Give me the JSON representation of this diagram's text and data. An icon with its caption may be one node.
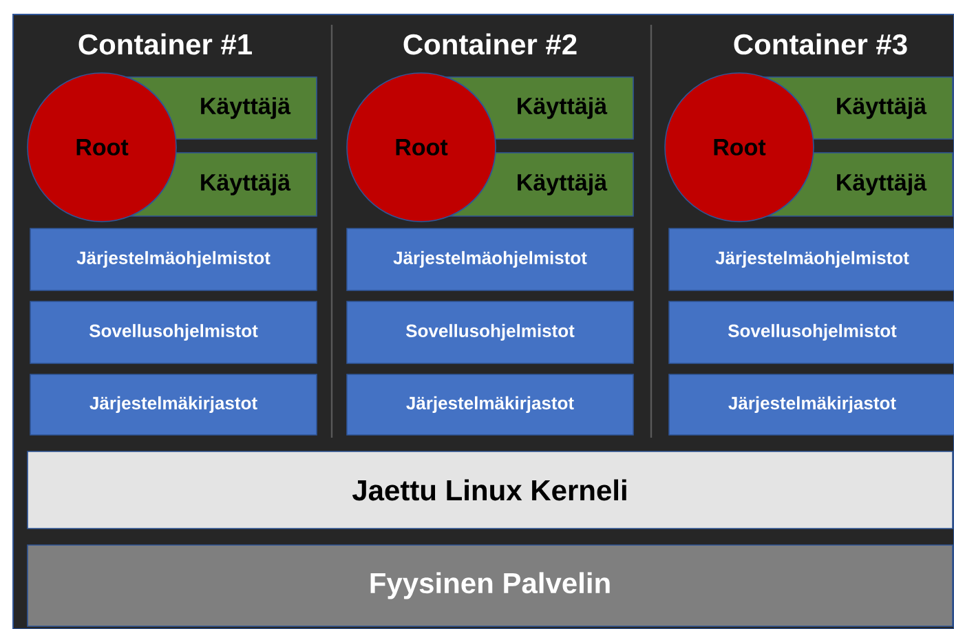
{
  "diagram": {
    "nodes": [
      {
        "text": [
          "Root"
        ]
      },
      {
        "text": [
          "Käyttäjä"
        ]
      },
      {
        "text": [
          "Käyttäjä"
        ]
      },
      {
        "text": [
          "Järjestelmäohjelmistot"
        ]
      },
      {
        "text": [
          "Sovellusohjelmistot"
        ]
      },
      {
        "text": [
          "Järjestelmäkirjastot"
        ]
      },
      {
        "text": [
          "Root"
        ]
      },
      {
        "text": [
          "Käyttäjä"
        ]
      },
      {
        "text": [
          "Käyttäjä"
        ]
      },
      {
        "text": [
          "Järjestelmäohjelmistot"
        ]
      },
      {
        "text": [
          "Sovellusohjelmistot"
        ]
      },
      {
        "text": [
          "Järjestelmäkirjastot"
        ]
      },
      {
        "text": [
          "Root"
        ]
      },
      {
        "text": [
          "Käyttäjä"
        ]
      },
      {
        "text": [
          "Käyttäjä"
        ]
      },
      {
        "text": [
          "Järjestelmäohjelmistot"
        ]
      },
      {
        "text": [
          "Sovellusohjelmistot"
        ]
      },
      {
        "text": [
          "Järjestelmäkirjastot"
        ]
      },
      {
        "text": [
          "Jaettu Linux Kerneli"
        ]
      },
      {
        "text": [
          "Fyysinen Palvelin"
        ]
      }
    ],
    "labels": [
      "Container #1",
      "Container #2",
      "Container #3"
    ]
  }
}
